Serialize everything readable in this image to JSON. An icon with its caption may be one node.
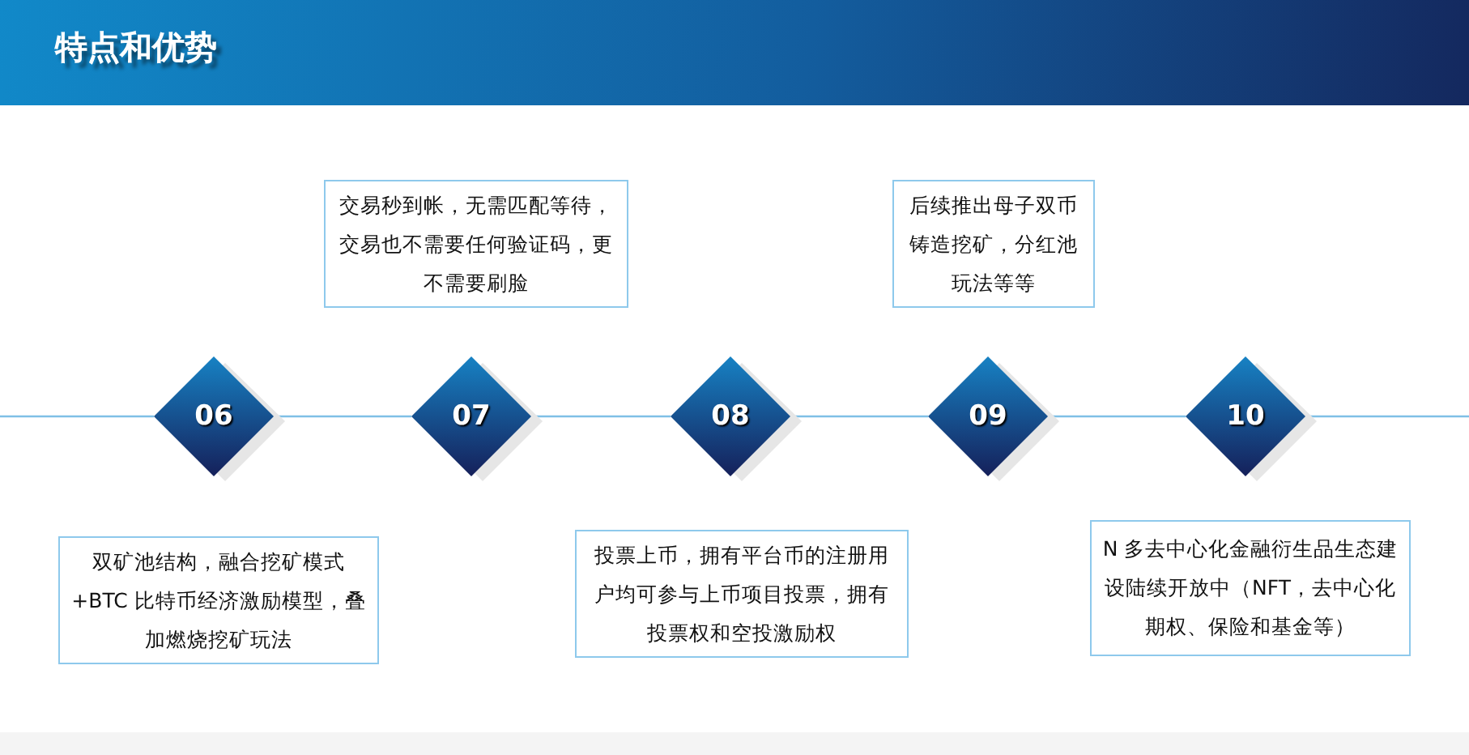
{
  "diagram": {
    "title": "特点和优势",
    "nodes": [
      {
        "text": [
          "06"
        ]
      },
      {
        "text": [
          "07"
        ]
      },
      {
        "text": [
          "08"
        ]
      },
      {
        "text": [
          "09"
        ]
      },
      {
        "text": [
          "10"
        ]
      },
      {
        "text": [
          "交易秒到帐，无需匹配等待，交易也不需要任何验证码，更不需要刷脸"
        ]
      },
      {
        "text": [
          "后续推出母子双币铸造挖矿，分红池玩法等等"
        ]
      },
      {
        "text": [
          "双矿池结构，融合挖矿模式+BTC 比特币经济激励模型，叠加燃烧挖矿玩法"
        ]
      },
      {
        "text": [
          "投票上币，拥有平台币的注册用户均可参与上币项目投票，拥有投票权和空投激励权"
        ]
      },
      {
        "text": [
          "N 多去中心化金融衍生品生态建设陆续开放中（NFT，去中心化期权、保险和基金等）"
        ]
      }
    ],
    "edges": [
      {
        "from": null,
        "to": 0,
        "arrow": "none"
      },
      {
        "from": 0,
        "to": 1,
        "arrow": "none"
      },
      {
        "from": 1,
        "to": 2,
        "arrow": "none"
      },
      {
        "from": 2,
        "to": 3,
        "arrow": "none"
      },
      {
        "from": 3,
        "to": 4,
        "arrow": "none"
      },
      {
        "from": 4,
        "to": null,
        "arrow": "none"
      }
    ]
  }
}
